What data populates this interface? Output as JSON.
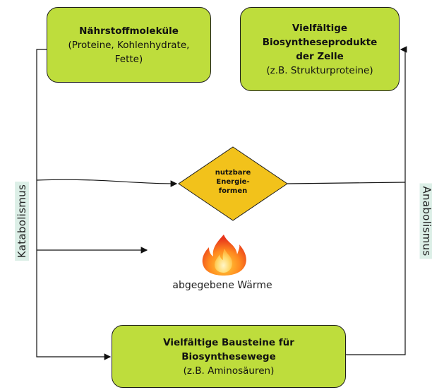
{
  "boxes": {
    "nutrients": {
      "title": "Nährstoffmoleküle",
      "line1": "(Proteine, Kohlenhydrate,",
      "line2": "Fette)"
    },
    "products": {
      "title1": "Vielfältige",
      "title2": "Biosyntheseprodukte",
      "title3": "der Zelle",
      "subtitle": "(z.B. Strukturproteine)"
    },
    "building_blocks": {
      "title1": "Vielfältige Bausteine für",
      "title2": "Biosynthesewege",
      "subtitle": "(z.B. Aminosäuren)"
    }
  },
  "energy": {
    "line1": "nutzbare",
    "line2": "Energie-",
    "line3": "formen"
  },
  "heat": {
    "label": "abgegebene Wärme",
    "icon": "fire-icon"
  },
  "sides": {
    "left": "Katabolismus",
    "right": "Anabolismus"
  },
  "colors": {
    "box_fill": "#bedd3c",
    "diamond_fill": "#f2c21b",
    "side_label_bg": "#dcefe7",
    "line": "#111111"
  }
}
